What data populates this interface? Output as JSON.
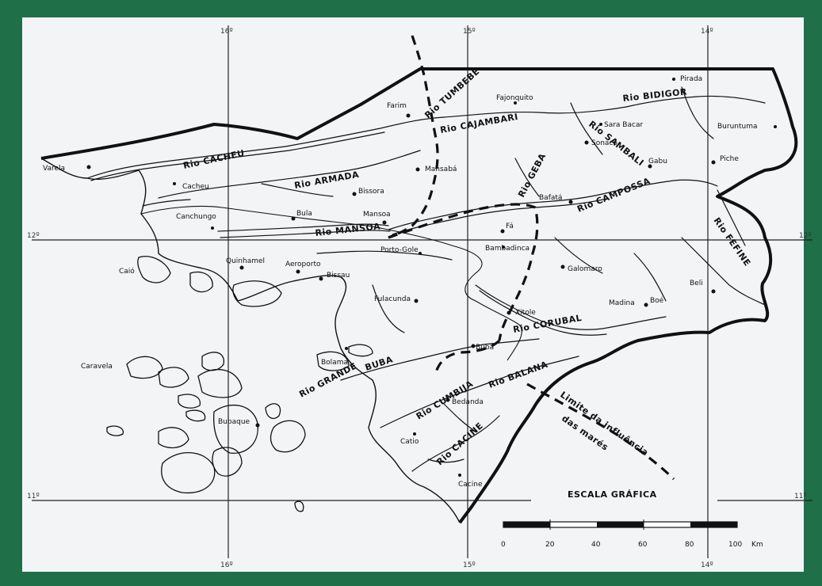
{
  "colors": {
    "frame": "#1f6f48",
    "paper": "#f3f4f6",
    "ink": "#111111"
  },
  "grid_labels": {
    "top": [
      "16º",
      "15º",
      "14º"
    ],
    "bottom": [
      "16º",
      "15º",
      "14º"
    ],
    "left": [
      "12º",
      "11º"
    ],
    "right": [
      "12º",
      "11º"
    ]
  },
  "towns": [
    {
      "id": "varela",
      "name": "Varela"
    },
    {
      "id": "cacheu",
      "name": "Cacheu"
    },
    {
      "id": "canchungo",
      "name": "Canchungo"
    },
    {
      "id": "bula",
      "name": "Bula"
    },
    {
      "id": "bissora",
      "name": "Bissora"
    },
    {
      "id": "mansaba",
      "name": "Mansabá"
    },
    {
      "id": "mansoa",
      "name": "Mansoa"
    },
    {
      "id": "farim",
      "name": "Farim"
    },
    {
      "id": "fajonquito",
      "name": "Fajonquito"
    },
    {
      "id": "pirada",
      "name": "Pirada"
    },
    {
      "id": "sara-bacar",
      "name": "Sara Bacar"
    },
    {
      "id": "sonaco",
      "name": "Sonaco"
    },
    {
      "id": "buruntuma",
      "name": "Buruntuma"
    },
    {
      "id": "gabu",
      "name": "Gabu"
    },
    {
      "id": "piche",
      "name": "Piche"
    },
    {
      "id": "bafata",
      "name": "Bafatá"
    },
    {
      "id": "fa",
      "name": "Fá"
    },
    {
      "id": "porto-gole",
      "name": "Porto-Gole"
    },
    {
      "id": "bambadinca",
      "name": "Bambadinca"
    },
    {
      "id": "quinhamel",
      "name": "Quinhamel"
    },
    {
      "id": "aeroporto",
      "name": "Aeroporto"
    },
    {
      "id": "bissau",
      "name": "Bissau"
    },
    {
      "id": "caio",
      "name": "Caió"
    },
    {
      "id": "galomaro",
      "name": "Galomaro"
    },
    {
      "id": "beli",
      "name": "Beli"
    },
    {
      "id": "fulacunda",
      "name": "Fulacunda"
    },
    {
      "id": "xitole",
      "name": "Xitole"
    },
    {
      "id": "madina",
      "name": "Madina"
    },
    {
      "id": "boe",
      "name": "Boé"
    },
    {
      "id": "caravela",
      "name": "Caravela"
    },
    {
      "id": "bolama",
      "name": "Bolama"
    },
    {
      "id": "buba",
      "name": "Buba"
    },
    {
      "id": "bedanda",
      "name": "Bedanda"
    },
    {
      "id": "bubaque",
      "name": "Bubaque"
    },
    {
      "id": "catio",
      "name": "Catio"
    },
    {
      "id": "cacine",
      "name": "Cacine"
    }
  ],
  "rivers": [
    {
      "id": "cacheu",
      "name": "Rio CACHEU"
    },
    {
      "id": "armada",
      "name": "Rio ARMADA"
    },
    {
      "id": "mansoa",
      "name": "Rio MANSOA"
    },
    {
      "id": "cajambari",
      "name": "Rio CAJAMBARI"
    },
    {
      "id": "tumbebe",
      "name": "Rio TUMBEBE"
    },
    {
      "id": "geba",
      "name": "Rio GEBA"
    },
    {
      "id": "bidigor",
      "name": "Rio BIDIGOR"
    },
    {
      "id": "sambali",
      "name": "Rio SAMBALI"
    },
    {
      "id": "campossa",
      "name": "Rio CAMPOSSA"
    },
    {
      "id": "feline",
      "name": "Rio FEFINE"
    },
    {
      "id": "corubal",
      "name": "Rio CORUBAL"
    },
    {
      "id": "grande-buba",
      "name": "Rio GRANDE"
    },
    {
      "id": "buba-label",
      "name": "BUBA"
    },
    {
      "id": "cumbija",
      "name": "Rio CUMBIJA"
    },
    {
      "id": "balana",
      "name": "Rio BALANA"
    },
    {
      "id": "cacine",
      "name": "Rio CACINE"
    }
  ],
  "tide_limit_label": [
    "Limite da influência",
    "das marés"
  ],
  "scale": {
    "title": "ESCALA GRÁFICA",
    "ticks": [
      "0",
      "20",
      "40",
      "60",
      "80",
      "100"
    ],
    "unit": "Km"
  }
}
